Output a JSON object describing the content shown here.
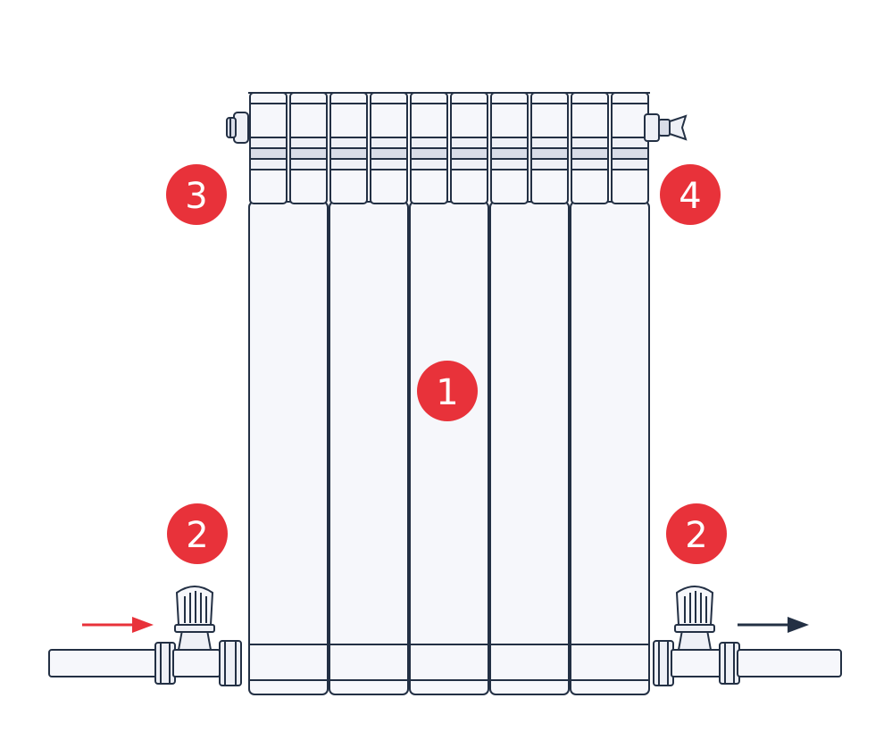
{
  "colors": {
    "badge": "#e8323a",
    "supply_arrow": "#e8323a",
    "return_arrow": "#233044",
    "outline": "#233044"
  },
  "badges": {
    "radiator_sections": "1",
    "valve_left": "2",
    "valve_right": "2",
    "air_vent_plug": "3",
    "end_plug": "4"
  },
  "icons": {
    "supply_arrow": "arrow-right-icon",
    "return_arrow": "arrow-right-icon"
  }
}
